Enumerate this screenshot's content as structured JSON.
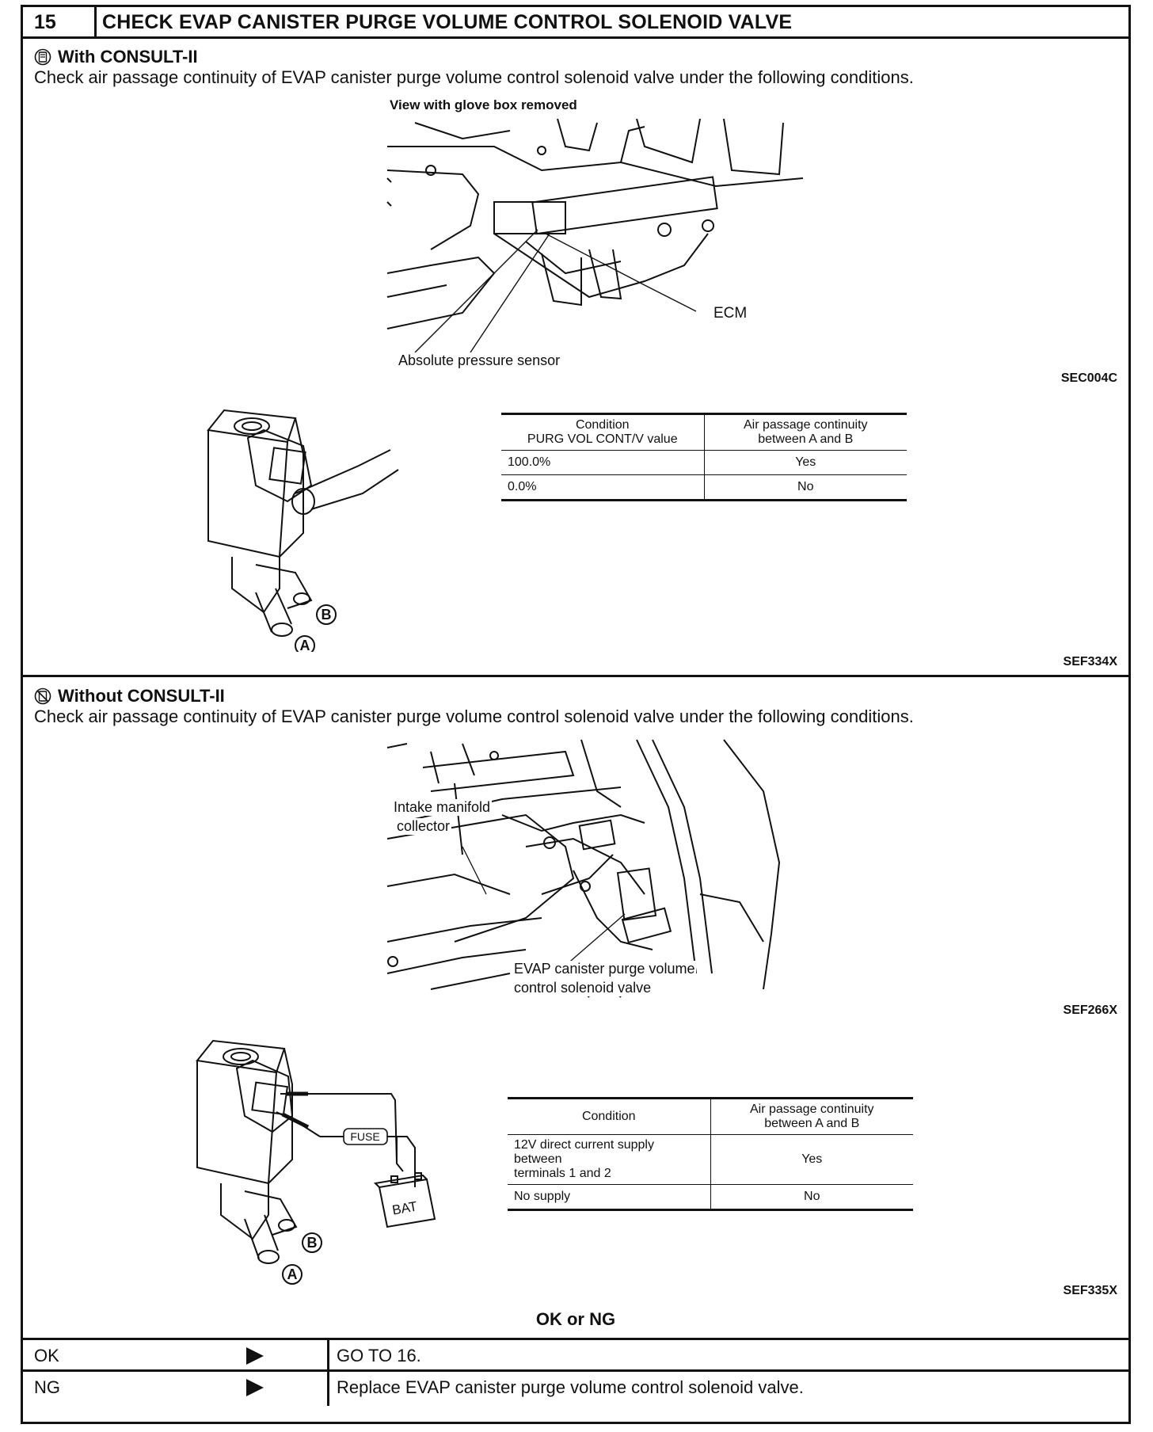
{
  "header": {
    "number": "15",
    "title": "CHECK EVAP CANISTER PURGE VOLUME CONTROL SOLENOID VALVE"
  },
  "section1": {
    "heading": "With CONSULT-II",
    "description": "Check air passage continuity of EVAP canister purge volume control solenoid valve under the following conditions.",
    "figure1": {
      "caption": "View with glove box removed",
      "label_ecm": "ECM",
      "label_sensor": "Absolute pressure sensor",
      "code": "SEC004C"
    },
    "figure2": {
      "label_a": "A",
      "label_b": "B",
      "code": "SEF334X"
    },
    "table": {
      "headers": [
        "Condition\nPURG VOL CONT/V value",
        "Air passage continuity\nbetween A and B"
      ],
      "header_lines": [
        [
          "Condition",
          "PURG VOL CONT/V value"
        ],
        [
          "Air passage continuity",
          "between A and B"
        ]
      ],
      "rows": [
        [
          "100.0%",
          "Yes"
        ],
        [
          "0.0%",
          "No"
        ]
      ]
    }
  },
  "section2": {
    "heading": "Without CONSULT-II",
    "description": "Check air passage continuity of EVAP canister purge volume control solenoid valve under the following conditions.",
    "figure1": {
      "label_intake_1": "Intake manifold",
      "label_intake_2": "collector",
      "label_valve_1": "EVAP canister purge volume",
      "label_valve_2": "control solenoid valve",
      "code": "SEF266X"
    },
    "figure2": {
      "label_fuse": "FUSE",
      "label_bat": "BAT",
      "label_a": "A",
      "label_b": "B",
      "code": "SEF335X"
    },
    "table": {
      "header_lines": [
        [
          "Condition"
        ],
        [
          "Air passage continuity",
          "between A and B"
        ]
      ],
      "rows": [
        [
          "12V direct current supply between terminals 1 and 2",
          "Yes"
        ],
        [
          "No supply",
          "No"
        ]
      ],
      "row1_lines": [
        "12V direct current supply between",
        "terminals 1 and 2"
      ]
    }
  },
  "decision": {
    "title": "OK or NG",
    "results": [
      {
        "key": "OK",
        "action": "GO TO 16."
      },
      {
        "key": "NG",
        "action": "Replace EVAP canister purge volume control solenoid valve."
      }
    ]
  }
}
